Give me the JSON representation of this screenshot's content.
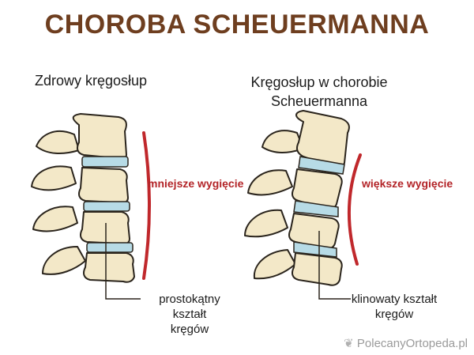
{
  "title": "CHOROBA SCHEUERMANNA",
  "left": {
    "heading": "Zdrowy kręgosłup",
    "curve_label": "mniejsze wygięcie",
    "shape_label_line1": "prostokątny kształt",
    "shape_label_line2": "kręgów"
  },
  "right": {
    "heading_line1": "Kręgosłup w chorobie",
    "heading_line2": "Scheuermanna",
    "curve_label": "większe wygięcie",
    "shape_label_line1": "klinowaty kształt",
    "shape_label_line2": "kręgów"
  },
  "watermark": "PolecanyOrtopeda.pl",
  "colors": {
    "title": "#6e3e1f",
    "bone": "#f3e8c8",
    "bone_outline": "#2a241c",
    "disc": "#b7dbe6",
    "curve": "#c0282c"
  }
}
